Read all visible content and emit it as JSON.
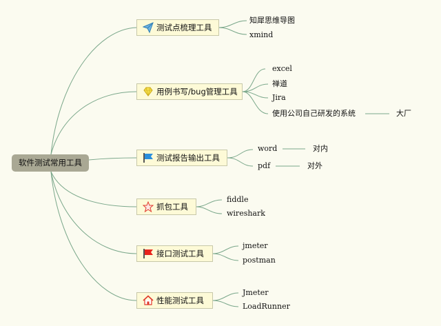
{
  "root": {
    "label": "软件测试常用工具"
  },
  "branches": [
    {
      "label": "测试点梳理工具",
      "icon": "paper-plane-icon",
      "children": [
        "知犀思维导图",
        "xmind"
      ]
    },
    {
      "label": "用例书写/bug管理工具",
      "icon": "diamond-icon",
      "children": [
        "excel",
        "禅道",
        "Jira",
        "使用公司自己研发的系统"
      ],
      "grandchild": "大厂"
    },
    {
      "label": "测试报告输出工具",
      "icon": "blue-flag-icon",
      "children": [
        "word",
        "pdf"
      ],
      "sub": [
        "对内",
        "对外"
      ]
    },
    {
      "label": "抓包工具",
      "icon": "star-icon",
      "children": [
        "fiddle",
        "wireshark"
      ]
    },
    {
      "label": "接口测试工具",
      "icon": "red-flag-icon",
      "children": [
        "jmeter",
        "postman"
      ]
    },
    {
      "label": "性能测试工具",
      "icon": "house-icon",
      "children": [
        "Jmeter",
        "LoadRunner"
      ]
    }
  ],
  "colors": {
    "line": "#7aa78a",
    "background": "#fbfbf0",
    "root": "#a9a894",
    "topic_fill": "#fdfad7"
  }
}
